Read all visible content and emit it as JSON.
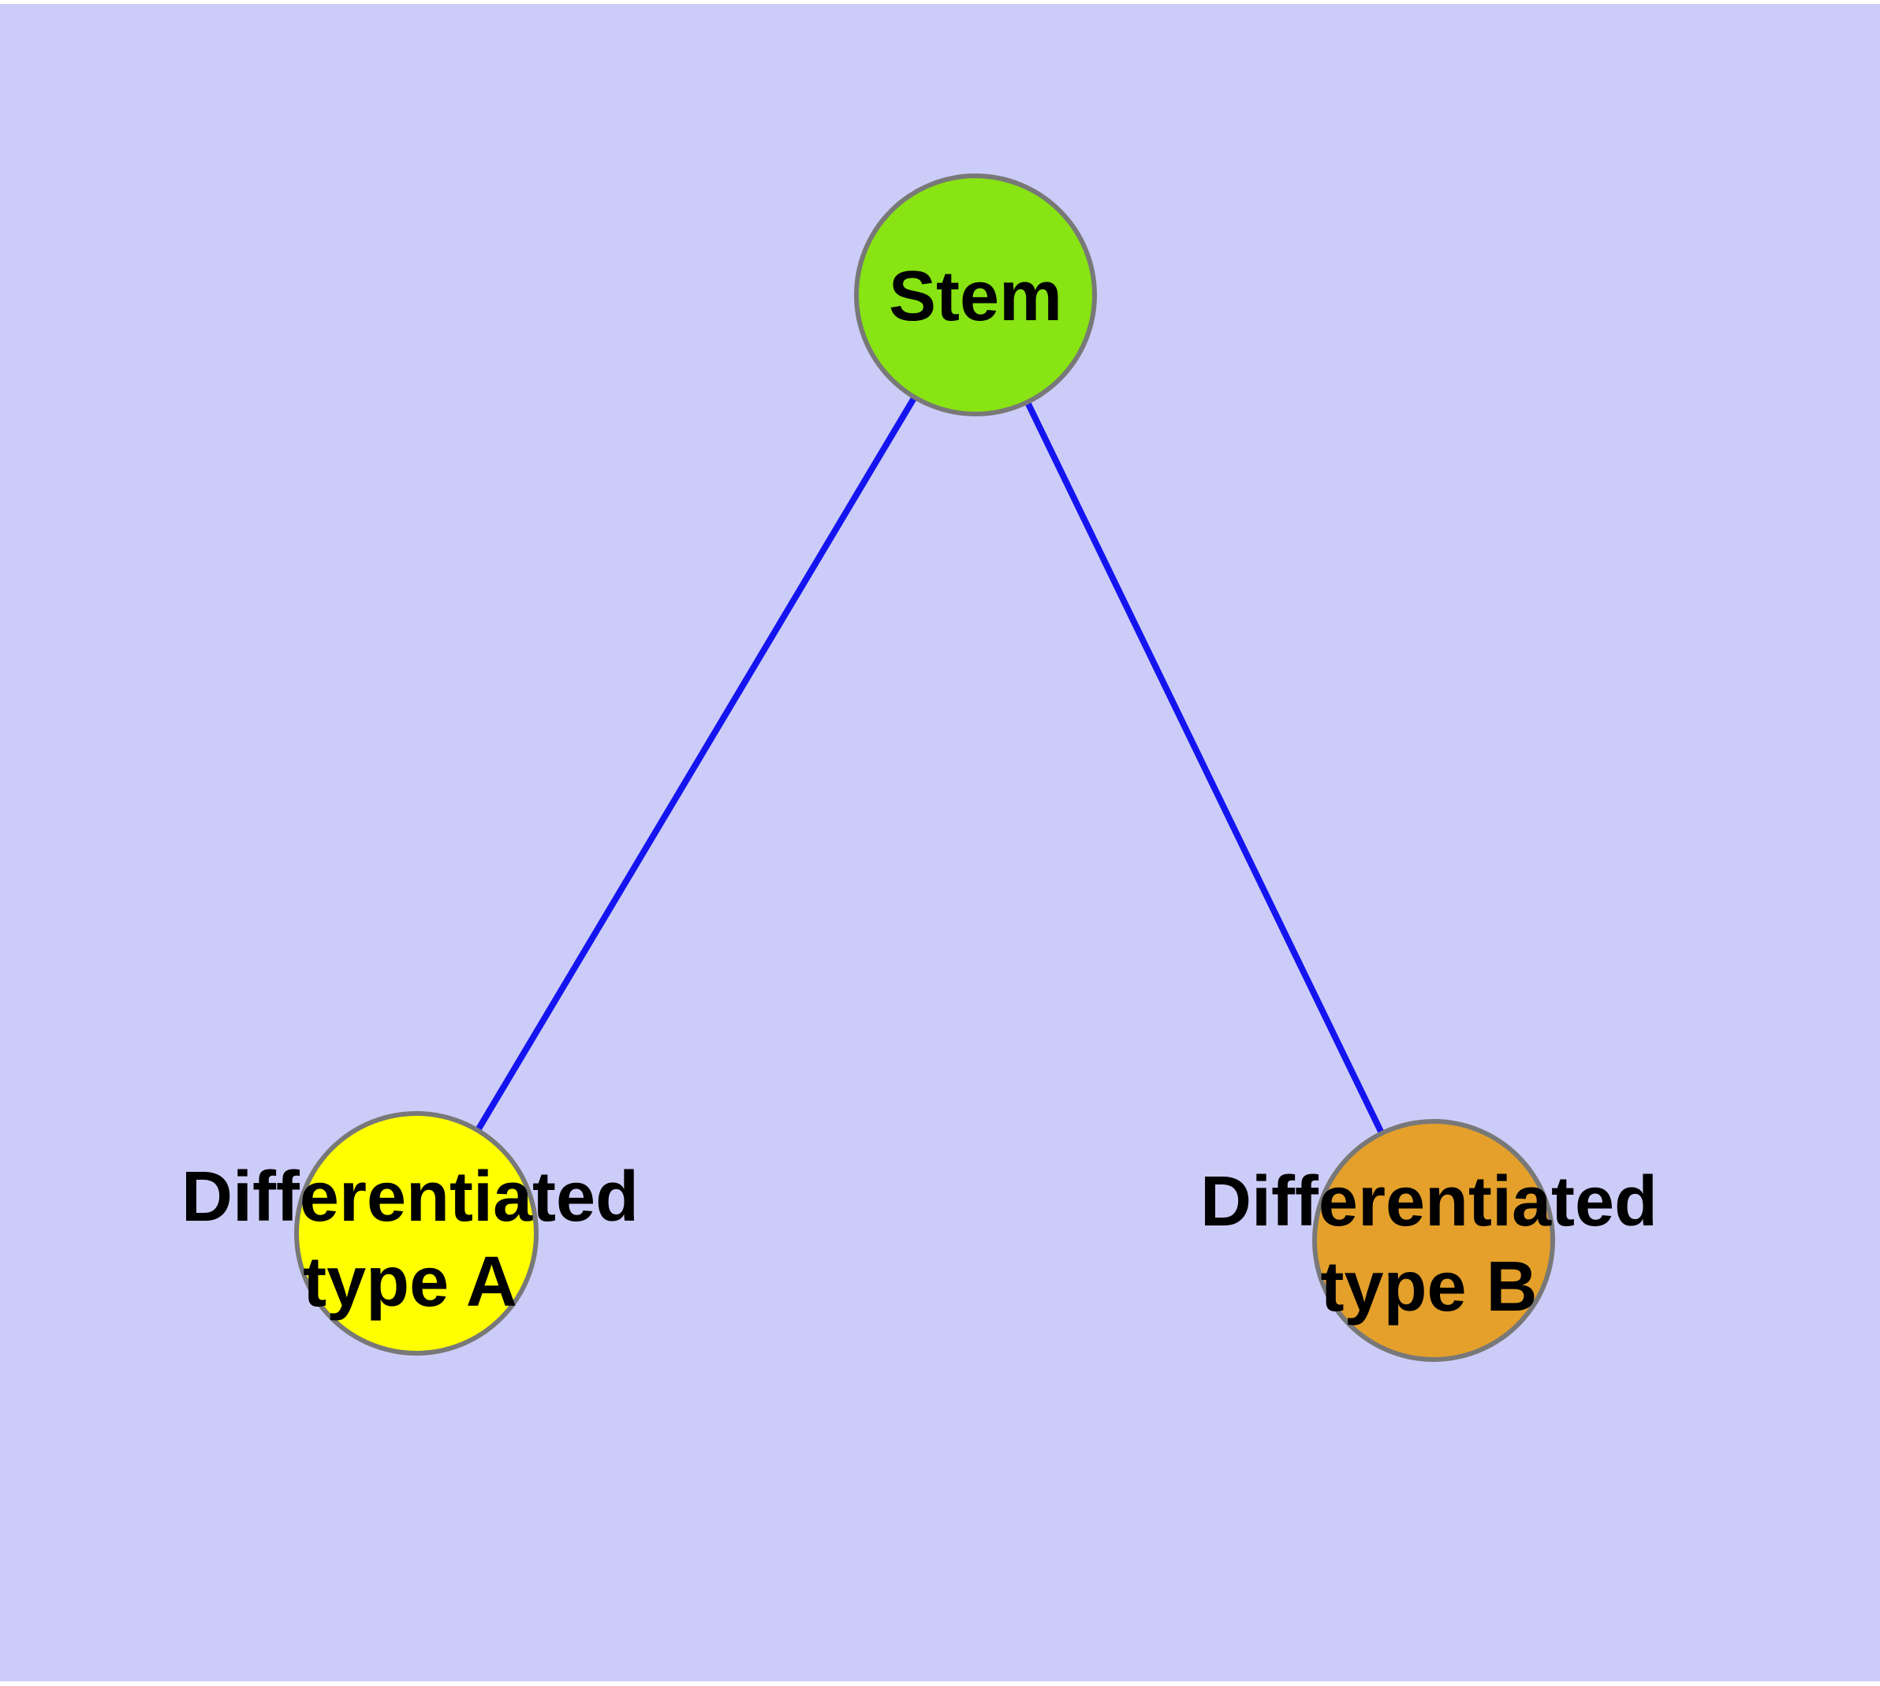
{
  "diagram": {
    "type": "graph",
    "title": "Stem cell differentiation diagram",
    "canvas": {
      "background_color": "#CCCCF8",
      "page_border_color": "#FFFFFF"
    },
    "text_color": "#000000",
    "node_border_color": "#787878",
    "edge_color": "#1414F0",
    "nodes": [
      {
        "id": "stem",
        "label": "Stem",
        "label_line1": "Stem",
        "label_line2": "",
        "shape": "circle",
        "fill_color": "#88E412"
      },
      {
        "id": "differentiated-type-a",
        "label": "Differentiated type A",
        "label_line1": "Differentiated",
        "label_line2": "type A",
        "shape": "circle",
        "fill_color": "#FFFF00"
      },
      {
        "id": "differentiated-type-b",
        "label": "Differentiated type B",
        "label_line1": "Differentiated",
        "label_line2": "type B",
        "shape": "circle",
        "fill_color": "#E4A02A"
      }
    ],
    "edges": [
      {
        "from": "Stem",
        "to": "Differentiated type A"
      },
      {
        "from": "Stem",
        "to": "Differentiated type B"
      }
    ]
  }
}
